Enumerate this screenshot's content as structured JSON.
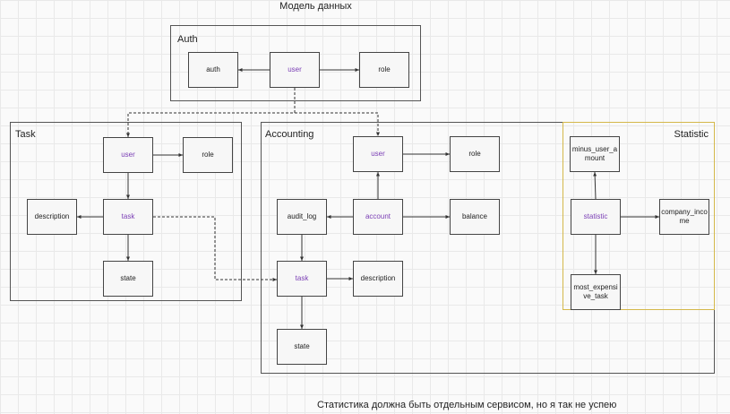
{
  "diagram": {
    "title": "Модель данных",
    "footnote": "Статистика должна быть отдельным сервисом, но я так не успею",
    "colors": {
      "entity_text": "#222222",
      "accent_text": "#7b3fb5",
      "statistic_border": "#d4b84a",
      "edge": "#333333"
    },
    "groups": {
      "auth": {
        "label": "Auth"
      },
      "task": {
        "label": "Task"
      },
      "accounting": {
        "label": "Accounting"
      },
      "statistic": {
        "label": "Statistic"
      }
    },
    "nodes": {
      "auth_auth": {
        "label": "auth"
      },
      "auth_user": {
        "label": "user"
      },
      "auth_role": {
        "label": "role"
      },
      "task_user": {
        "label": "user"
      },
      "task_role": {
        "label": "role"
      },
      "task_description": {
        "label": "description"
      },
      "task_task": {
        "label": "task"
      },
      "task_state": {
        "label": "state"
      },
      "acc_user": {
        "label": "user"
      },
      "acc_role": {
        "label": "role"
      },
      "acc_audit_log": {
        "label": "audit_log"
      },
      "acc_account": {
        "label": "account"
      },
      "acc_balance": {
        "label": "balance"
      },
      "acc_task": {
        "label": "task"
      },
      "acc_description": {
        "label": "description"
      },
      "acc_state": {
        "label": "state"
      },
      "stat_minus_user_amount": {
        "label": "minus_user_amount"
      },
      "stat_statistic": {
        "label": "statistic"
      },
      "stat_company_income": {
        "label": "company_income"
      },
      "stat_most_expensive_task": {
        "label": "most_expensive_task"
      }
    }
  }
}
